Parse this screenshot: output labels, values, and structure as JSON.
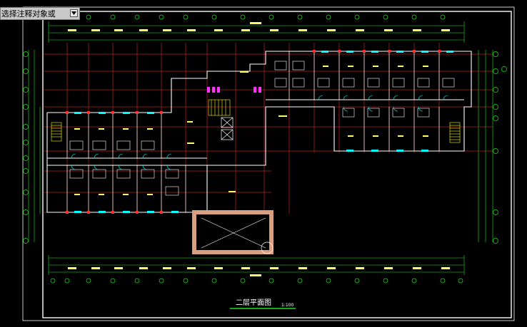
{
  "command_prompt": {
    "text": "选择注释对象或"
  },
  "drawing": {
    "title": "二层平面图",
    "scale": "1:100",
    "colors": {
      "background": "#000000",
      "wall": "#ffffff",
      "axis": "#ff3030",
      "dimension": "#19e619",
      "door": "#00ffff",
      "text": "#ffff00",
      "fixture": "#ff33ff",
      "hatch": "#d8a080"
    }
  }
}
